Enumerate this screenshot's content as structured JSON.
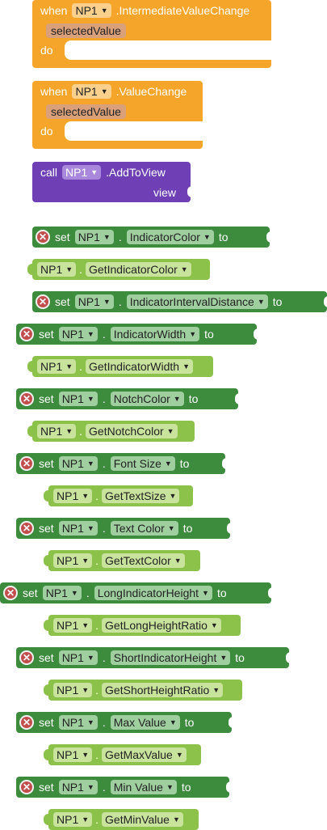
{
  "events": [
    {
      "kw_when": "when",
      "component": "NP1",
      "event": ".IntermediateValueChange",
      "param": "selectedValue",
      "kw_do": "do"
    },
    {
      "kw_when": "when",
      "component": "NP1",
      "event": ".ValueChange",
      "param": "selectedValue",
      "kw_do": "do"
    }
  ],
  "method": {
    "kw_call": "call",
    "component": "NP1",
    "name": ".AddToView",
    "arg": "view"
  },
  "setters": [
    {
      "kw_set": "set",
      "component": "NP1",
      "property": "IndicatorColor",
      "kw_to": "to"
    },
    {
      "kw_set": "set",
      "component": "NP1",
      "property": "IndicatorIntervalDistance",
      "kw_to": "to"
    },
    {
      "kw_set": "set",
      "component": "NP1",
      "property": "IndicatorWidth",
      "kw_to": "to"
    },
    {
      "kw_set": "set",
      "component": "NP1",
      "property": "NotchColor",
      "kw_to": "to"
    },
    {
      "kw_set": "set",
      "component": "NP1",
      "property": "Font Size",
      "kw_to": "to"
    },
    {
      "kw_set": "set",
      "component": "NP1",
      "property": "Text Color",
      "kw_to": "to"
    },
    {
      "kw_set": "set",
      "component": "NP1",
      "property": "LongIndicatorHeight",
      "kw_to": "to"
    },
    {
      "kw_set": "set",
      "component": "NP1",
      "property": "ShortIndicatorHeight",
      "kw_to": "to"
    },
    {
      "kw_set": "set",
      "component": "NP1",
      "property": "Max Value",
      "kw_to": "to"
    },
    {
      "kw_set": "set",
      "component": "NP1",
      "property": "Min Value",
      "kw_to": "to"
    }
  ],
  "getters": [
    {
      "component": "NP1",
      "method": "GetIndicatorColor"
    },
    {
      "component": "NP1",
      "method": "GetIndicatorWidth"
    },
    {
      "component": "NP1",
      "method": "GetNotchColor"
    },
    {
      "component": "NP1",
      "method": "GetTextSize"
    },
    {
      "component": "NP1",
      "method": "GetTextColor"
    },
    {
      "component": "NP1",
      "method": "GetLongHeightRatio"
    },
    {
      "component": "NP1",
      "method": "GetShortHeightRatio"
    },
    {
      "component": "NP1",
      "method": "GetMaxValue"
    },
    {
      "component": "NP1",
      "method": "GetMinValue"
    }
  ],
  "symbols": {
    "dot": ".",
    "caret": "▼",
    "remove": "✕"
  },
  "colors": {
    "event": "#f5a52a",
    "method": "#6e3fb5",
    "setter": "#3d8b3d",
    "getter": "#8cc24a",
    "remove": "#c24d4d"
  }
}
